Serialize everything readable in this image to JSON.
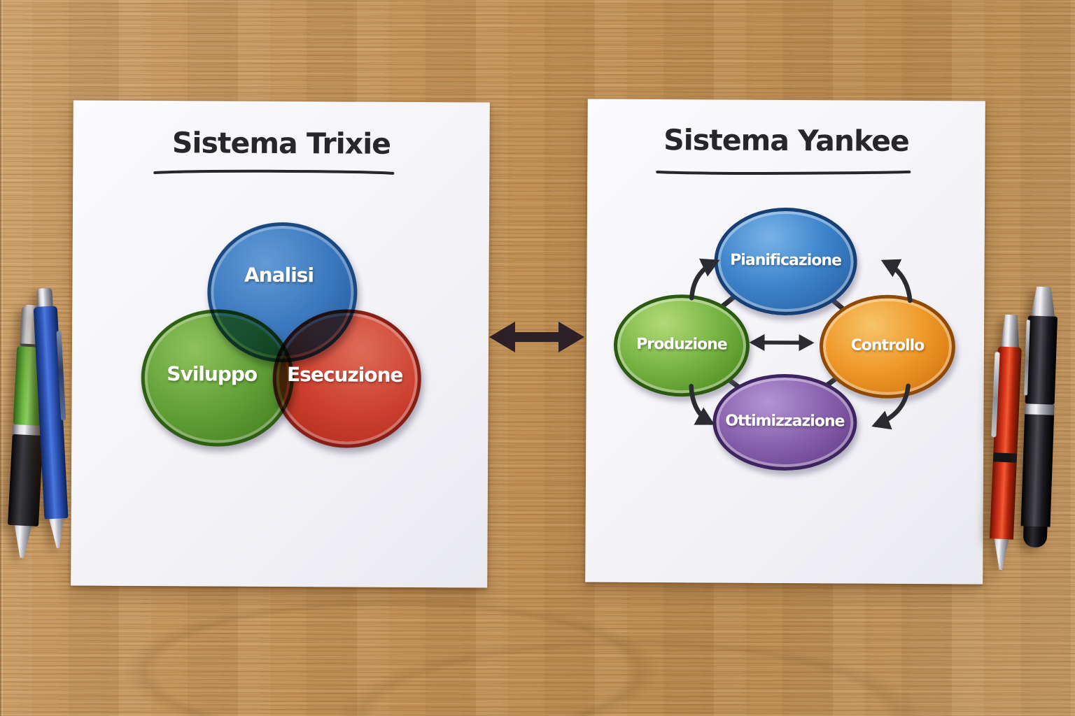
{
  "left_sheet": {
    "title": "Sistema Trixie",
    "diagram_type": "venn",
    "circles": [
      {
        "label": "Analisi",
        "color": "#3c7cc2",
        "position": "top"
      },
      {
        "label": "Sviluppo",
        "color": "#63a436",
        "position": "bottom-left"
      },
      {
        "label": "Esecuzione",
        "color": "#d84330",
        "position": "bottom-right"
      }
    ]
  },
  "right_sheet": {
    "title": "Sistema Yankee",
    "diagram_type": "cycle",
    "nodes": [
      {
        "label": "Pianificazione",
        "color": "#3e85cc",
        "position": "top"
      },
      {
        "label": "Produzione",
        "color": "#78b544",
        "position": "left"
      },
      {
        "label": "Controllo",
        "color": "#ef9a2b",
        "position": "right"
      },
      {
        "label": "Ottimizzazione",
        "color": "#8a63ae",
        "position": "bottom"
      }
    ],
    "links": [
      {
        "from": "Produzione",
        "to": "Pianificazione",
        "type": "arrow"
      },
      {
        "from": "Controllo",
        "to": "Pianificazione",
        "type": "arrow"
      },
      {
        "from": "Produzione",
        "to": "Ottimizzazione",
        "type": "arrow"
      },
      {
        "from": "Controllo",
        "to": "Ottimizzazione",
        "type": "arrow"
      },
      {
        "from": "Produzione",
        "to": "Controllo",
        "type": "double-arrow"
      }
    ]
  },
  "scene": {
    "surface": "wooden desk",
    "comparison_arrow": "double-headed horizontal arrow between the two sheets",
    "ink_color": "#2b2b31",
    "pens_left": [
      {
        "name": "green-pen",
        "color": "#57a637"
      },
      {
        "name": "blue-pen",
        "color": "#2a4fae"
      }
    ],
    "pens_right": [
      {
        "name": "red-pen",
        "color": "#d8351a"
      },
      {
        "name": "black-pen",
        "color": "#17171c"
      }
    ]
  }
}
